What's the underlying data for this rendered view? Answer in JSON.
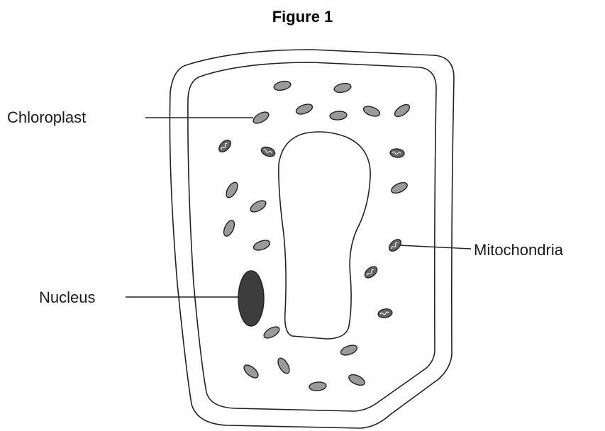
{
  "figure": {
    "title": "Figure 1",
    "labels": {
      "chloroplast": "Chloroplast",
      "nucleus": "Nucleus",
      "mitochondria": "Mitochondria"
    }
  },
  "colors": {
    "outline": "#222222",
    "chloroplast_fill": "#9a9a9a",
    "mitochondria_fill": "#666666",
    "nucleus_fill": "#3d3d3d",
    "background": "#ffffff"
  }
}
